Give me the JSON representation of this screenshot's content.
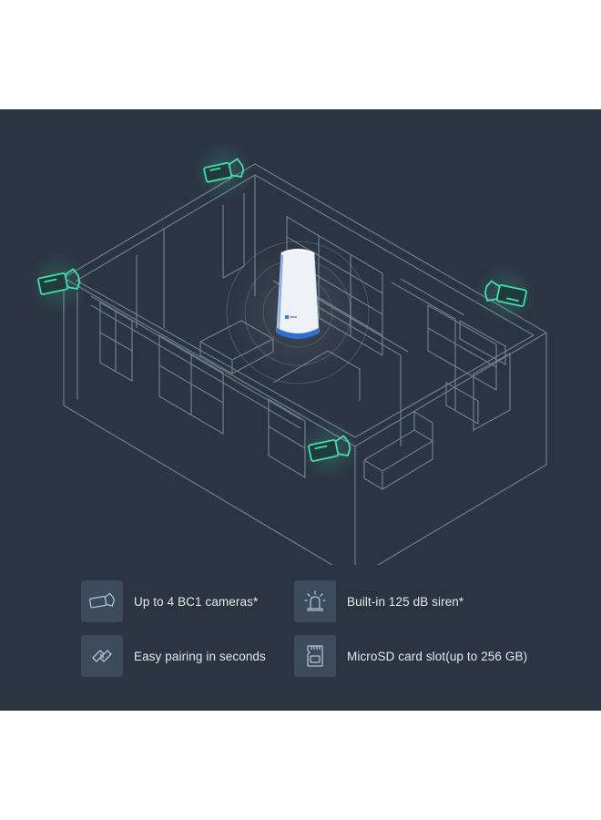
{
  "colors": {
    "background": "#2b3441",
    "outline": "#6f7d8f",
    "camera_glow": "#3fe0b0",
    "icon_tile": "#3d4a5c",
    "hub_ring": "#2f6fd0",
    "text": "#e6e9ee"
  },
  "hub": {
    "icon": "base-station-icon",
    "brand": "ezviz"
  },
  "cameras": [
    {
      "icon": "camera-icon-top-left"
    },
    {
      "icon": "camera-icon-left"
    },
    {
      "icon": "camera-icon-right"
    },
    {
      "icon": "camera-icon-bottom"
    }
  ],
  "features": [
    {
      "icon": "camera-icon",
      "label": "Up to 4 BC1 cameras*"
    },
    {
      "icon": "siren-icon",
      "label": "Built-in 125 dB siren*"
    },
    {
      "icon": "pairing-icon",
      "label": "Easy pairing in seconds"
    },
    {
      "icon": "microsd-card-icon",
      "label": "MicroSD card slot(up to 256 GB)"
    }
  ]
}
